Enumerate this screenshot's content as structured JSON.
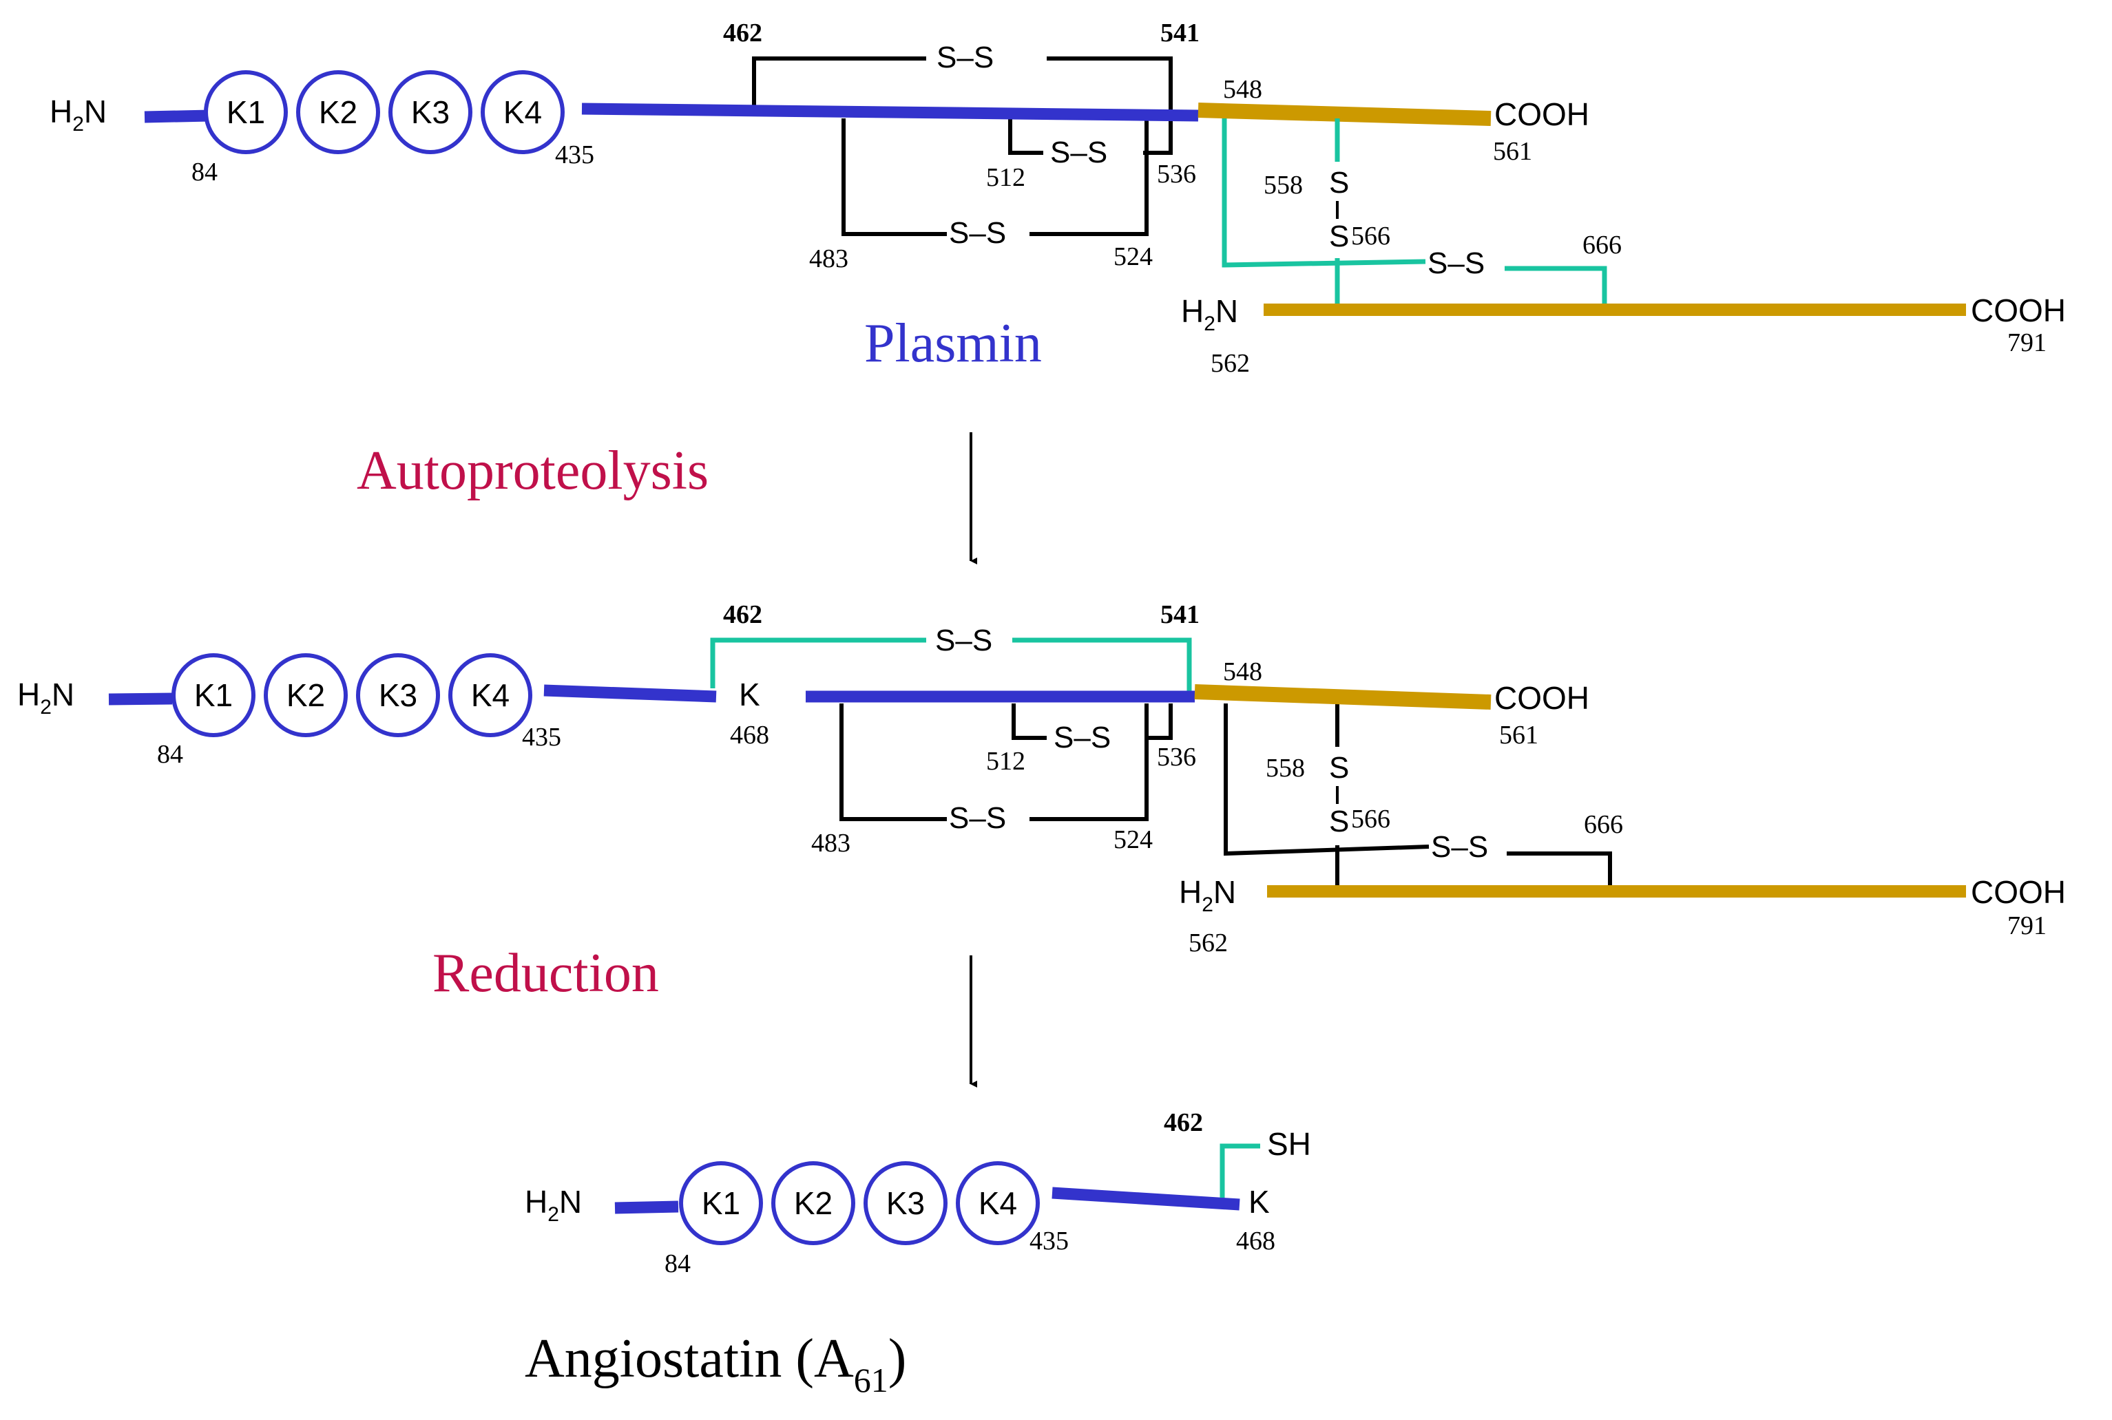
{
  "colors": {
    "heavy_chain": "#3333cc",
    "light_chain": "#cc9900",
    "disulfide_highlight": "#19c4a0",
    "disulfide": "#000000",
    "step_label": "#c0104a",
    "plasmin_label": "#3333cc"
  },
  "terminals": {
    "amino_h": "H",
    "amino_2": "2",
    "amino_n": "N",
    "carboxyl": "COOH"
  },
  "kringles": [
    "K1",
    "K2",
    "K3",
    "K4"
  ],
  "bond": {
    "ss": "S–S",
    "s": "S",
    "sh": "SH"
  },
  "lysine": "K",
  "residues": {
    "r84": "84",
    "r435": "435",
    "r462": "462",
    "r468": "468",
    "r483": "483",
    "r512": "512",
    "r524": "524",
    "r536": "536",
    "r541": "541",
    "r548": "548",
    "r558": "558",
    "r561": "561",
    "r562": "562",
    "r566": "566",
    "r666": "666",
    "r791": "791"
  },
  "labels": {
    "plasmin": "Plasmin",
    "autoproteolysis": "Autoproteolysis",
    "reduction": "Reduction",
    "angiostatin_main": "Angiostatin (A",
    "angiostatin_sub": "61",
    "angiostatin_close": ")"
  }
}
